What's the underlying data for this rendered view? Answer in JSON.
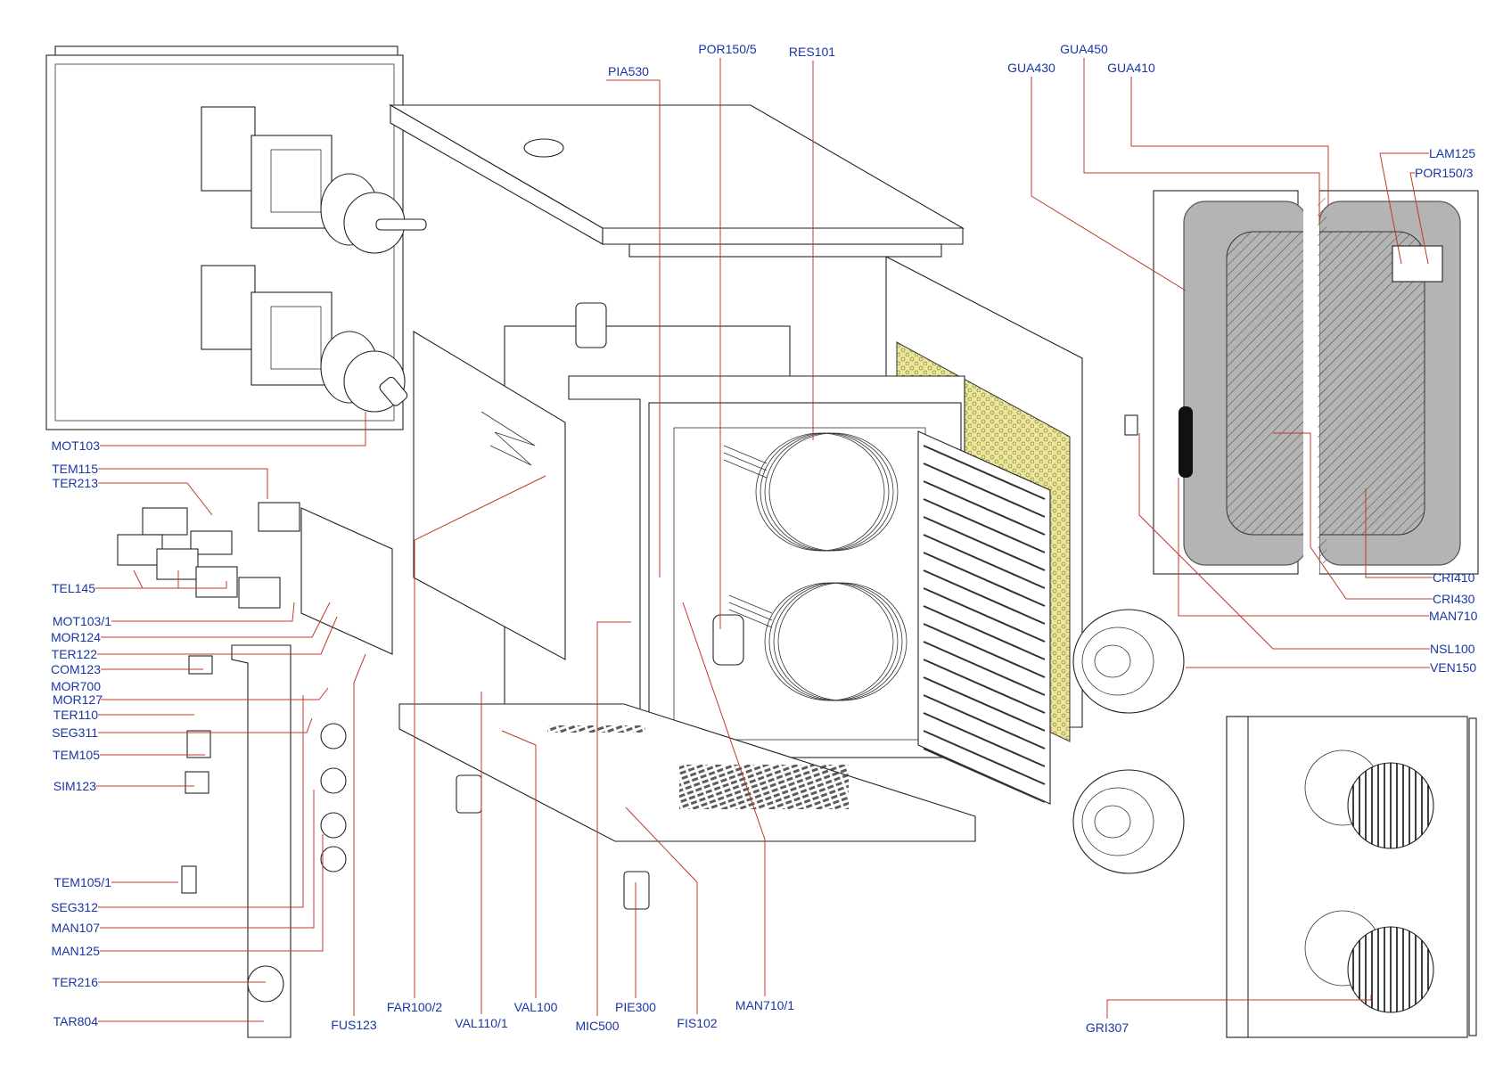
{
  "colors": {
    "label": "#1a35a6",
    "leader": "#c0392b",
    "dot": "#d62718",
    "gasket": "#b4b4b4",
    "insulation": "#e8e39a"
  },
  "labels": {
    "MOT103": "MOT103",
    "TEM115": "TEM115",
    "TER213": "TER213",
    "TEL145": "TEL145",
    "MOT103_1": "MOT103/1",
    "MOR124": "MOR124",
    "TER122": "TER122",
    "COM123": "COM123",
    "MOR700": "MOR700",
    "MOR127": "MOR127",
    "TER110": "TER110",
    "SEG311": "SEG311",
    "TEM105": "TEM105",
    "SIM123": "SIM123",
    "TEM105_1": "TEM105/1",
    "SEG312": "SEG312",
    "MAN107": "MAN107",
    "MAN125": "MAN125",
    "TER216": "TER216",
    "TAR804": "TAR804",
    "FUS123": "FUS123",
    "FAR100_2": "FAR100/2",
    "VAL110_1": "VAL110/1",
    "VAL100": "VAL100",
    "MIC500": "MIC500",
    "PIE300": "PIE300",
    "FIS102": "FIS102",
    "MAN710_1": "MAN710/1",
    "PIA530": "PIA530",
    "POR150_5": "POR150/5",
    "RES101": "RES101",
    "GUA430": "GUA430",
    "GUA450": "GUA450",
    "GUA410": "GUA410",
    "LAM125": "LAM125",
    "POR150_3": "POR150/3",
    "CRI410": "CRI410",
    "CRI430": "CRI430",
    "MAN710": "MAN710",
    "NSL100": "NSL100",
    "VEN150": "VEN150",
    "GRI307": "GRI307"
  }
}
